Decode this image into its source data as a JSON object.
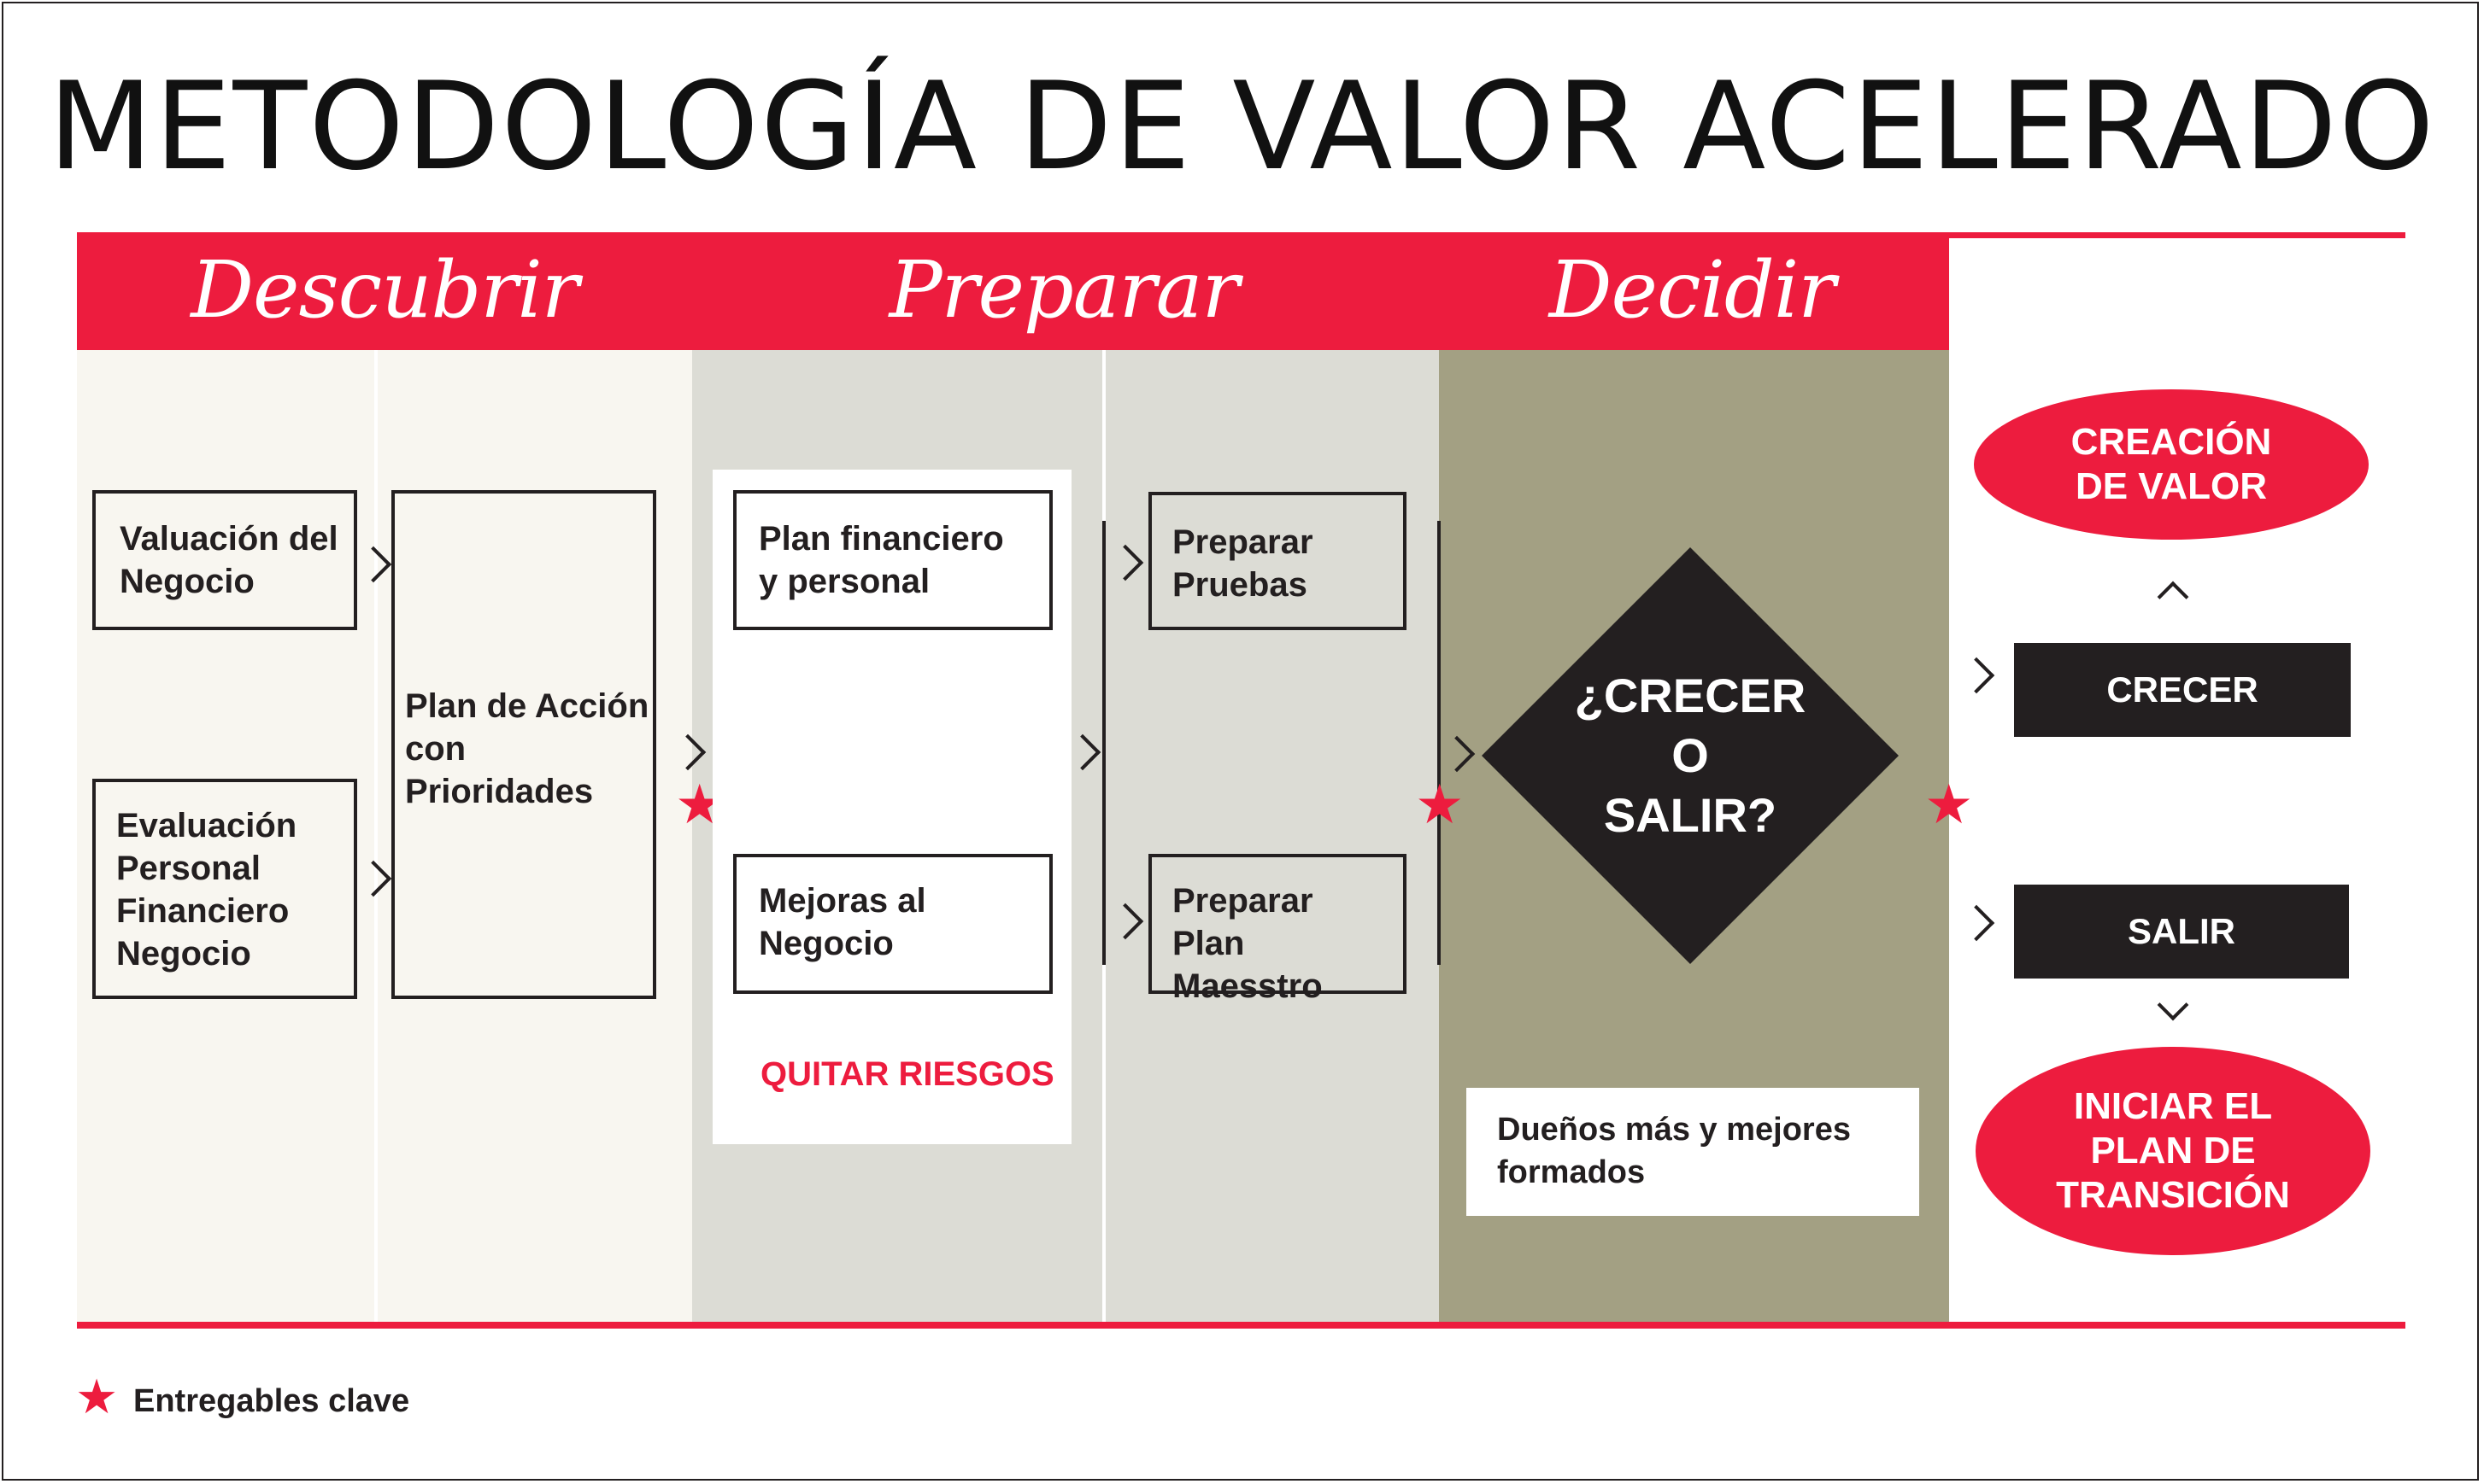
{
  "title": "METODOLOGÍA DE VALOR ACELERADO",
  "phases": [
    "Descubrir",
    "Preparar",
    "Decidir"
  ],
  "descubrir": {
    "box_valuacion": "Valuación del\nNegocio",
    "box_evaluacion": "Evaluación\nPersonal\nFinanciero\nNegocio",
    "box_plan_accion": "Plan de Acción\ncon Prioridades"
  },
  "preparar": {
    "box_plan_financiero": "Plan financiero\ny personal",
    "box_mejoras": "Mejoras al\nNegocio",
    "quitar_riesgos": "QUITAR RIESGOS",
    "box_pruebas": "Preparar\nPruebas",
    "box_plan_maestro": "Preparar\nPlan Maesstro"
  },
  "decidir": {
    "question": "¿CRECER\nO\nSALIR?",
    "note": "Dueños más y mejores\nformados"
  },
  "outcomes": {
    "oval_top": "CREACIÓN\nDE VALOR",
    "crecer": "CRECER",
    "salir": "SALIR",
    "oval_bottom": "INICIAR EL\nPLAN DE\nTRANSICIÓN"
  },
  "legend": {
    "label": "Entregables clave"
  },
  "colors": {
    "accent_red": "#ed1c3e",
    "dark": "#231f20",
    "col_cream": "#f8f6f0",
    "col_gray": "#dcdcd5",
    "col_olive": "#a3a083"
  }
}
